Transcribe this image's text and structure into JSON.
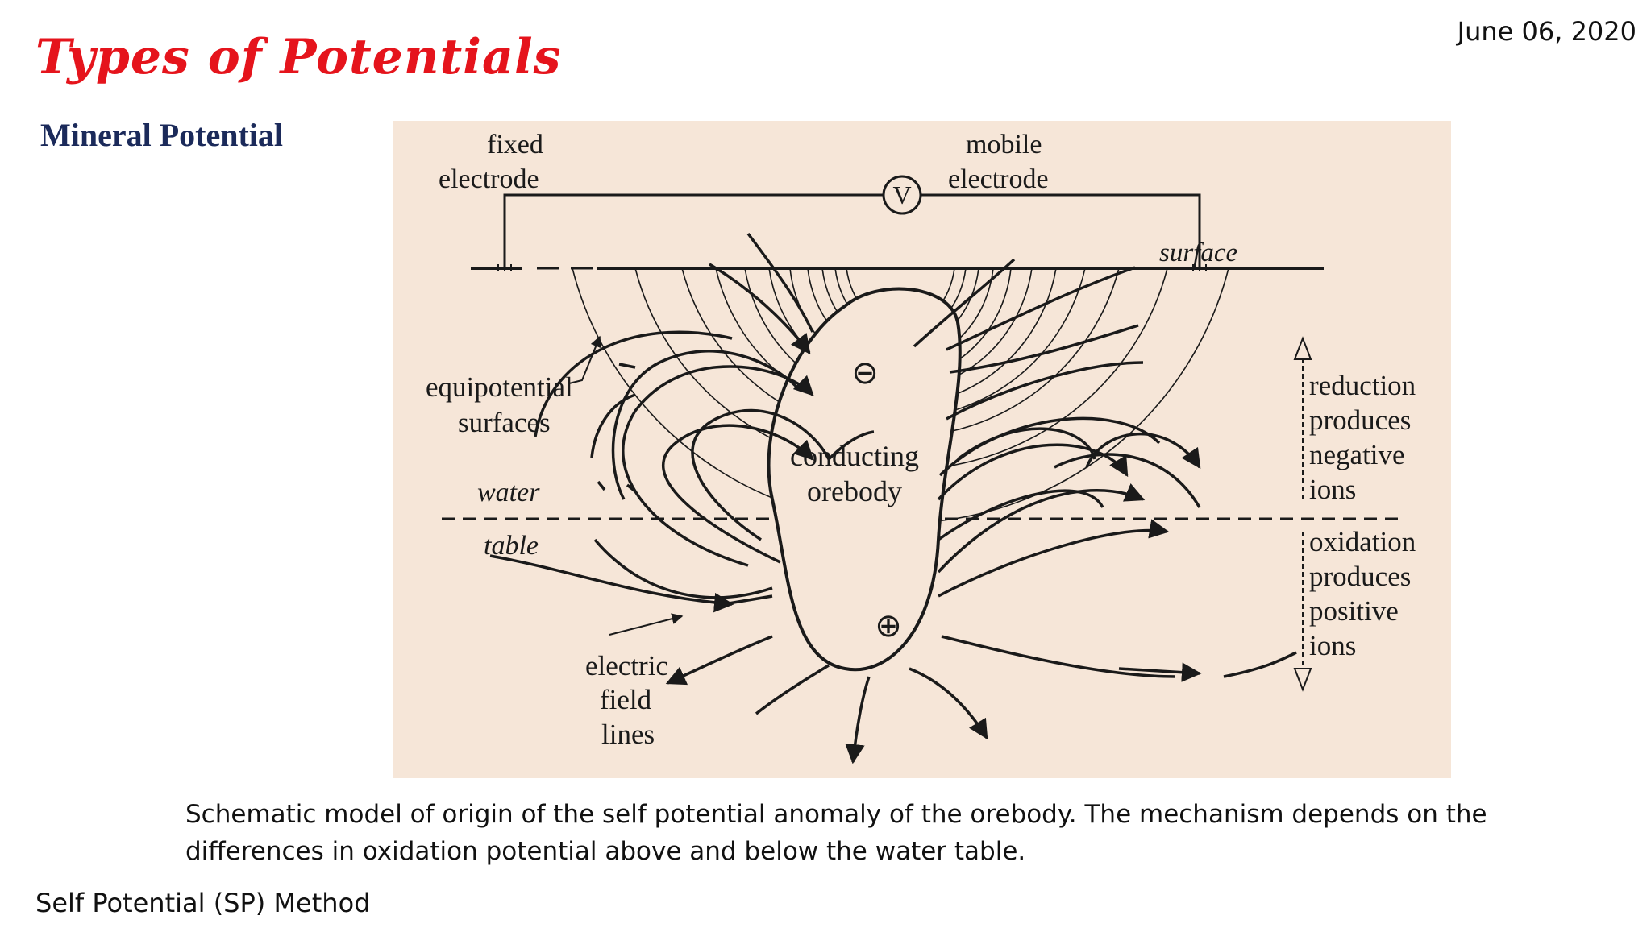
{
  "slide": {
    "date": "June 06, 2020",
    "title": "Types of Potentials",
    "subtitle": "Mineral Potential",
    "caption": "Schematic model of origin of the self potential anomaly of the orebody. The mechanism depends on the differences in oxidation potential above and below the water table.",
    "footer": "Self Potential (SP) Method"
  },
  "figure": {
    "labels": {
      "fixed": "fixed",
      "electrode_left": "electrode",
      "mobile": "mobile",
      "electrode_right": "electrode",
      "voltmeter": "V",
      "surface": "surface",
      "equipotential": "equipotential",
      "surfaces": "surfaces",
      "water": "water",
      "table": "table",
      "conducting": "conducting",
      "orebody": "orebody",
      "minus": "⊖",
      "plus": "⊕",
      "electric": "electric",
      "field": "field",
      "lines": "lines",
      "reduction": "reduction",
      "produces_1": "produces",
      "negative": "negative",
      "ions_1": "ions",
      "oxidation": "oxidation",
      "produces_2": "produces",
      "positive": "positive",
      "ions_2": "ions"
    }
  },
  "colors": {
    "title": "#e5141c",
    "subtitle": "#1b2a5a",
    "figure_background": "#f6e6d8",
    "ink": "#1a1a1a"
  }
}
